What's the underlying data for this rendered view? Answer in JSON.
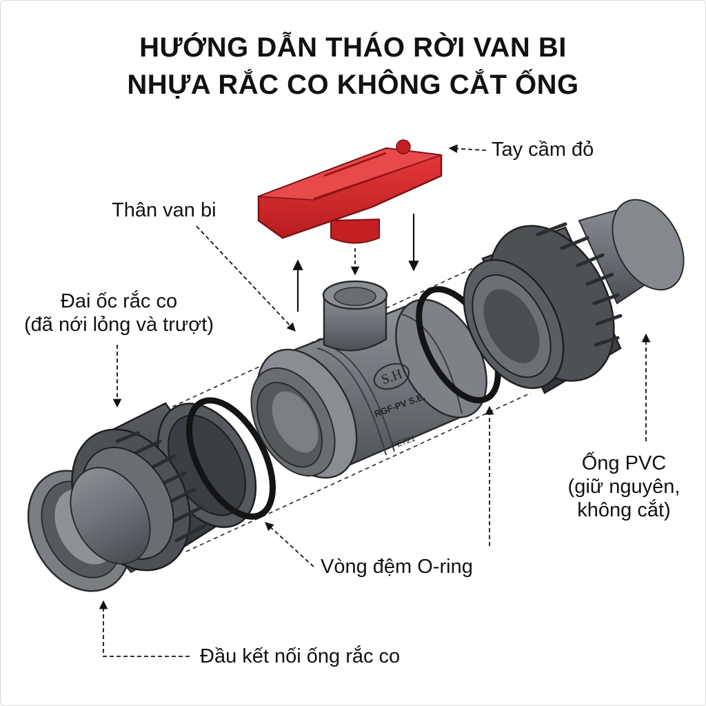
{
  "title": {
    "line1": "HƯỚNG DẪN THÁO RỜI VAN BI",
    "line2": "NHỰA RẮC CO KHÔNG CẮT ỐNG"
  },
  "labels": {
    "handle": "Tay cầm đỏ",
    "body": "Thân van bi",
    "union_nut_1": "Đai ốc rắc co",
    "union_nut_2": "(đã nới lỏng và trượt)",
    "pvc_1": "Ống PVC",
    "pvc_2": "(giữ nguyên,",
    "pvc_3": "không cắt)",
    "oring": "Vòng đệm O-ring",
    "end_connector": "Đầu kết nối ống rắc co"
  },
  "markings": {
    "brand": "S.H",
    "model": "RGF-PV S.E.",
    "code": "PE721"
  },
  "colors": {
    "pvc_gray": "#6c6f74",
    "pvc_dark": "#3c3f44",
    "pvc_light": "#9a9da2",
    "handle_red": "#d8262a",
    "handle_dark": "#9c1518",
    "oring_black": "#1a1a1a",
    "text": "#111111"
  }
}
